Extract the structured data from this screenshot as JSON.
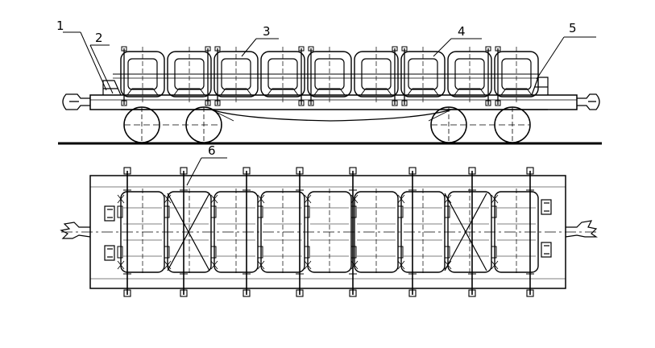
{
  "drawing": {
    "callouts": [
      {
        "id": "1",
        "label": "1"
      },
      {
        "id": "2",
        "label": "2"
      },
      {
        "id": "3",
        "label": "3"
      },
      {
        "id": "4",
        "label": "4"
      },
      {
        "id": "5",
        "label": "5"
      },
      {
        "id": "6",
        "label": "6"
      }
    ],
    "views": {
      "elevation": {
        "coil_count": 9
      },
      "plan": {
        "coil_count": 9
      }
    },
    "colors": {
      "ink": "#000000",
      "paper": "#ffffff"
    }
  }
}
